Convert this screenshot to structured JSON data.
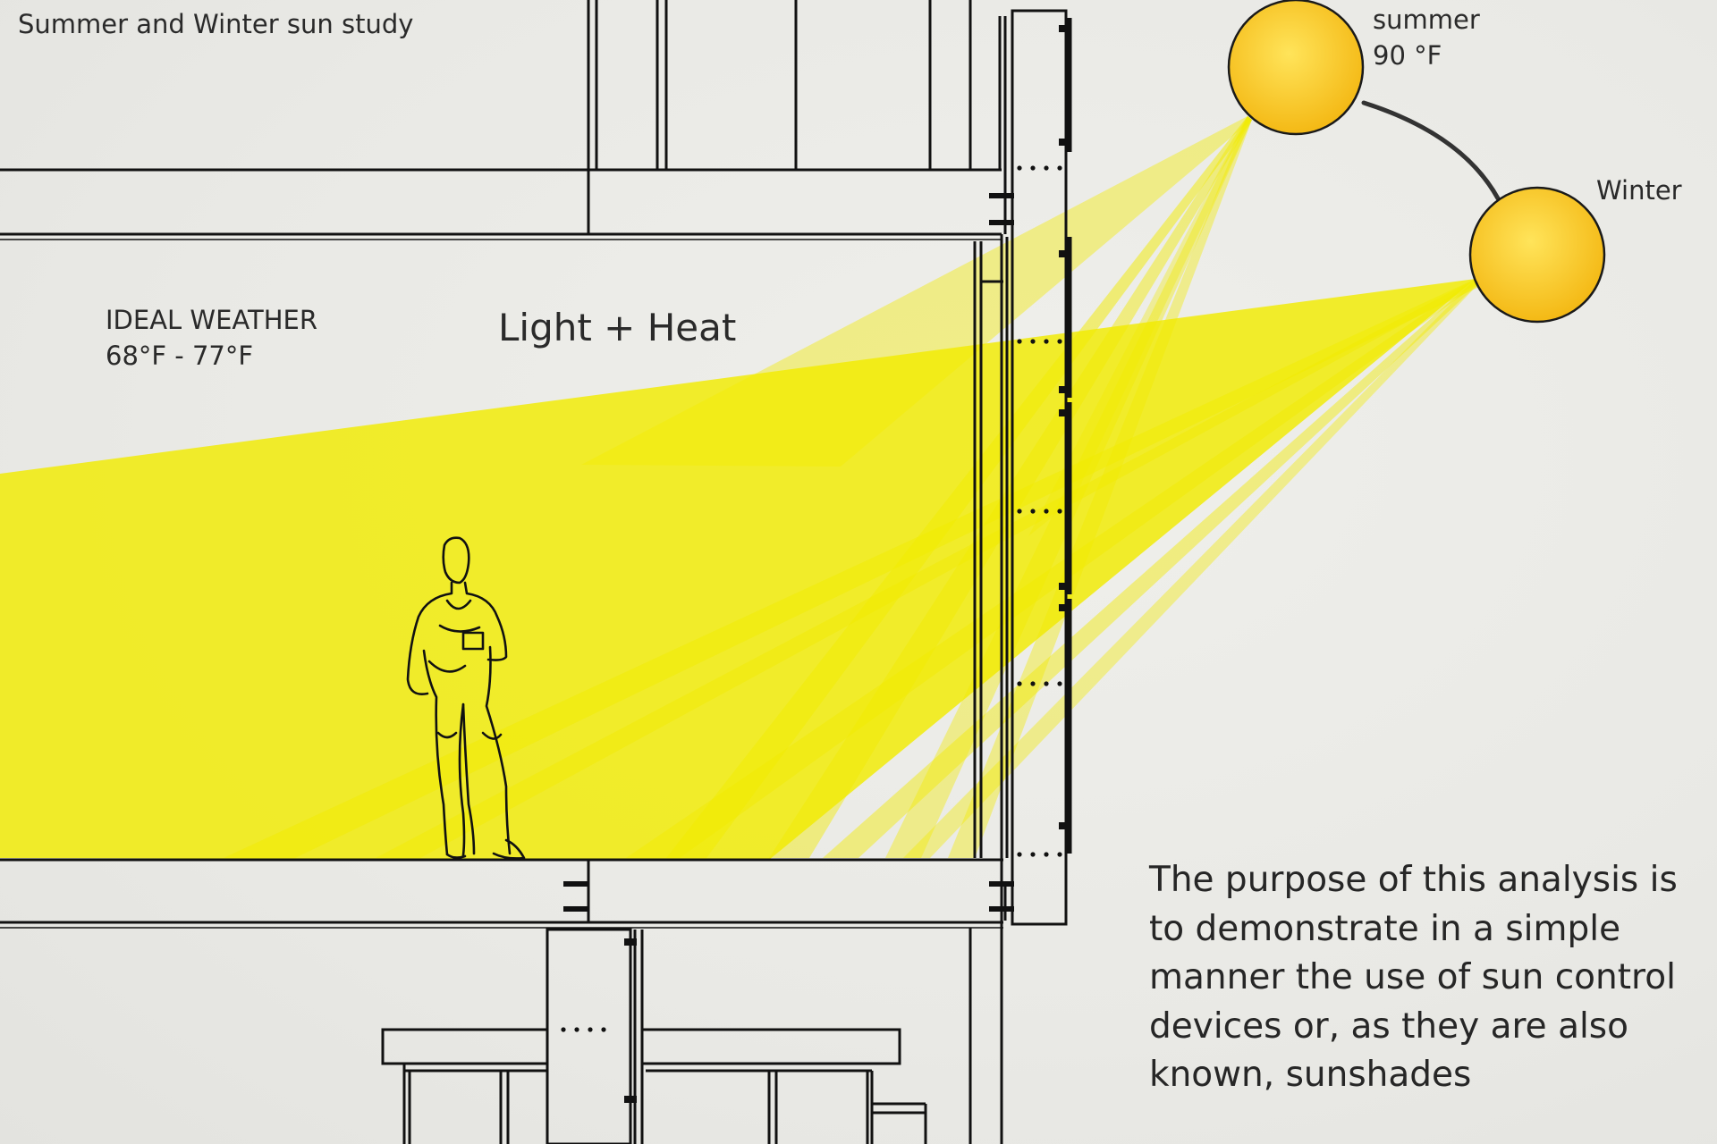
{
  "title": "Summer and Winter sun study",
  "ideal_weather": {
    "label": "IDEAL WEATHER",
    "range": "68°F  - 77°F"
  },
  "light_heat_label": "Light  + Heat",
  "summer_sun": {
    "label": "summer",
    "temperature": "90 °F"
  },
  "winter_sun": {
    "label": "Winter"
  },
  "description": {
    "lines": [
      "The purpose of this analysis is",
      "to demonstrate in a simple",
      "manner the use of sun control",
      "devices or, as they are also",
      "known, sunshades"
    ]
  },
  "colors": {
    "sun_fill": "#f6c21a",
    "sun_core": "#ffe066",
    "beam": "#f2ec00",
    "line": "#111111",
    "background": "#ebebe7"
  }
}
